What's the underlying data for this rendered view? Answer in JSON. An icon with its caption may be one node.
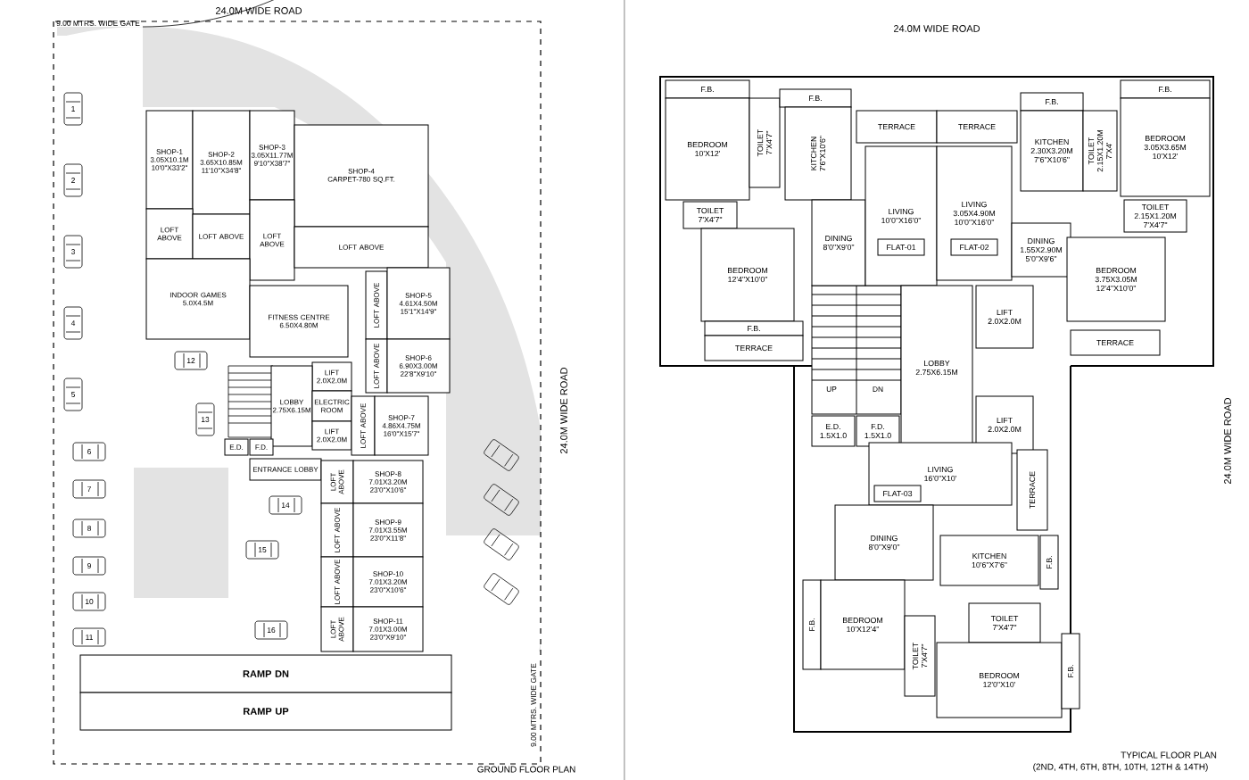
{
  "diagram": {
    "nodes": [
      {
        "text": [
          "SHOP-1",
          "3.05X10.1M",
          "10'0\"X33'2\""
        ]
      },
      {
        "text": [
          "SHOP-2",
          "3.65X10.85M",
          "11'10\"X34'8\""
        ]
      },
      {
        "text": [
          "SHOP-3",
          "3.05X11.77M",
          "9'10\"X38'7\""
        ]
      },
      {
        "text": [
          "SHOP-4",
          "CARPET-780 SQ.FT."
        ]
      },
      {
        "text": [
          "LOFT ABOVE"
        ]
      },
      {
        "text": [
          "LOFT ABOVE"
        ]
      },
      {
        "text": [
          "LOFT ABOVE"
        ]
      },
      {
        "text": [
          "LOFT ABOVE"
        ]
      },
      {
        "text": [
          "INDOOR GAMES",
          "5.0X4.5M"
        ]
      },
      {
        "text": [
          "FITNESS CENTRE",
          "6.50X4.80M"
        ]
      },
      {
        "text": [
          "LOFT ABOVE"
        ]
      },
      {
        "text": [
          "SHOP-5",
          "4.61X4.50M",
          "15'1\"X14'9\""
        ]
      },
      {
        "text": [
          "LOFT ABOVE"
        ]
      },
      {
        "text": [
          "SHOP-6",
          "6.90X3.00M",
          "22'8\"X9'10\""
        ]
      },
      {
        "text": [
          "LIFT",
          "2.0X2.0M"
        ]
      },
      {
        "text": [
          "LOBBY",
          "2.75X6.15M"
        ]
      },
      {
        "text": [
          "ELECTRIC ROOM"
        ]
      },
      {
        "text": [
          "LIFT",
          "2.0X2.0M"
        ]
      },
      {
        "text": [
          "LOFT ABOVE"
        ]
      },
      {
        "text": [
          "SHOP-7",
          "4.86X4.75M",
          "16'0\"X15'7\""
        ]
      },
      {
        "text": [
          "E.D."
        ]
      },
      {
        "text": [
          "F.D."
        ]
      },
      {
        "text": [
          "ENTRANCE LOBBY"
        ]
      },
      {
        "text": [
          "LOFT ABOVE"
        ]
      },
      {
        "text": [
          "SHOP-8",
          "7.01X3.20M",
          "23'0\"X10'6\""
        ]
      },
      {
        "text": [
          "LOFT ABOVE"
        ]
      },
      {
        "text": [
          "SHOP-9",
          "7.01X3.55M",
          "23'0\"X11'8\""
        ]
      },
      {
        "text": [
          "LOFT ABOVE"
        ]
      },
      {
        "text": [
          "SHOP-10",
          "7.01X3.20M",
          "23'0\"X10'6\""
        ]
      },
      {
        "text": [
          "LOFT ABOVE"
        ]
      },
      {
        "text": [
          "SHOP-11",
          "7.01X3.00M",
          "23'0\"X9'10\""
        ]
      },
      {
        "text": [
          "RAMP DN"
        ]
      },
      {
        "text": [
          "RAMP UP"
        ]
      },
      {
        "text": [
          "F.B."
        ]
      },
      {
        "text": [
          "BEDROOM",
          "10'X12'"
        ]
      },
      {
        "text": [
          "TOILET",
          "7'X4'7\""
        ]
      },
      {
        "text": [
          "F.B."
        ]
      },
      {
        "text": [
          "KITCHEN",
          "7'6\"X10'6\""
        ]
      },
      {
        "text": [
          "TERRACE"
        ]
      },
      {
        "text": [
          "TERRACE"
        ]
      },
      {
        "text": [
          "F.B."
        ]
      },
      {
        "text": [
          "KITCHEN",
          "2.30X3.20M",
          "7'6\"X10'6\""
        ]
      },
      {
        "text": [
          "TOILET",
          "2.15X1.20M",
          "7'X4'"
        ]
      },
      {
        "text": [
          "F.B."
        ]
      },
      {
        "text": [
          "BEDROOM",
          "3.05X3.65M",
          "10'X12'"
        ]
      },
      {
        "text": [
          "TOILET",
          "7'X4'7\""
        ]
      },
      {
        "text": [
          "DINING",
          "8'0\"X9'0\""
        ]
      },
      {
        "text": [
          "LIVING",
          "10'0\"X16'0\""
        ]
      },
      {
        "text": [
          "FLAT-01"
        ],
        "in": 47
      },
      {
        "text": [
          "LIVING",
          "3.05X4.90M",
          "10'0\"X16'0\""
        ]
      },
      {
        "text": [
          "FLAT-02"
        ],
        "in": 49
      },
      {
        "text": [
          "DINING",
          "1.55X2.90M",
          "5'0\"X9'6\""
        ]
      },
      {
        "text": [
          "TOILET",
          "2.15X1.20M",
          "7'X4'7\""
        ]
      },
      {
        "text": [
          "BEDROOM",
          "12'4\"X10'0\""
        ]
      },
      {
        "text": [
          "BEDROOM",
          "3.75X3.05M",
          "12'4\"X10'0\""
        ]
      },
      {
        "text": [
          "LIFT",
          "2.0X2.0M"
        ]
      },
      {
        "text": [
          "F.B."
        ]
      },
      {
        "text": [
          "TERRACE"
        ]
      },
      {
        "text": [
          "TERRACE"
        ]
      },
      {
        "text": [
          "LOBBY",
          "2.75X6.15M"
        ]
      },
      {
        "text": [
          "E.D.",
          "1.5X1.0"
        ]
      },
      {
        "text": [
          "F.D.",
          "1.5X1.0"
        ]
      },
      {
        "text": [
          "LIFT",
          "2.0X2.0M"
        ]
      },
      {
        "text": [
          "LIVING",
          "16'0\"X10'"
        ]
      },
      {
        "text": [
          "FLAT-03"
        ],
        "in": 63
      },
      {
        "text": [
          "TERRACE"
        ]
      },
      {
        "text": [
          "DINING",
          "8'0\"X9'0\""
        ]
      },
      {
        "text": [
          "KITCHEN",
          "10'6\"X7'6\""
        ]
      },
      {
        "text": [
          "F.B."
        ]
      },
      {
        "text": [
          "F.B."
        ]
      },
      {
        "text": [
          "BEDROOM",
          "10'X12'4\""
        ]
      },
      {
        "text": [
          "TOILET",
          "7'X4'7\""
        ]
      },
      {
        "text": [
          "TOILET",
          "7'X4'7\""
        ]
      },
      {
        "text": [
          "BEDROOM",
          "12'0\"X10'"
        ]
      },
      {
        "text": [
          "F.B."
        ]
      }
    ],
    "labels": [
      "24.0M WIDE ROAD",
      "9.00 MTRS. WIDE GATE",
      "1",
      "2",
      "3",
      "4",
      "5",
      "12",
      "13",
      "6",
      "7",
      "14",
      "8",
      "15",
      "9",
      "10",
      "16",
      "11",
      "24.0M WIDE ROAD",
      "9.00 MTRS. WIDE GATE",
      "GROUND FLOOR PLAN",
      "24.0M WIDE ROAD",
      "UP",
      "DN",
      "24.0M WIDE ROAD",
      "TYPICAL FLOOR PLAN",
      "(2ND, 4TH, 6TH, 8TH, 10TH, 12TH & 14TH)"
    ]
  }
}
